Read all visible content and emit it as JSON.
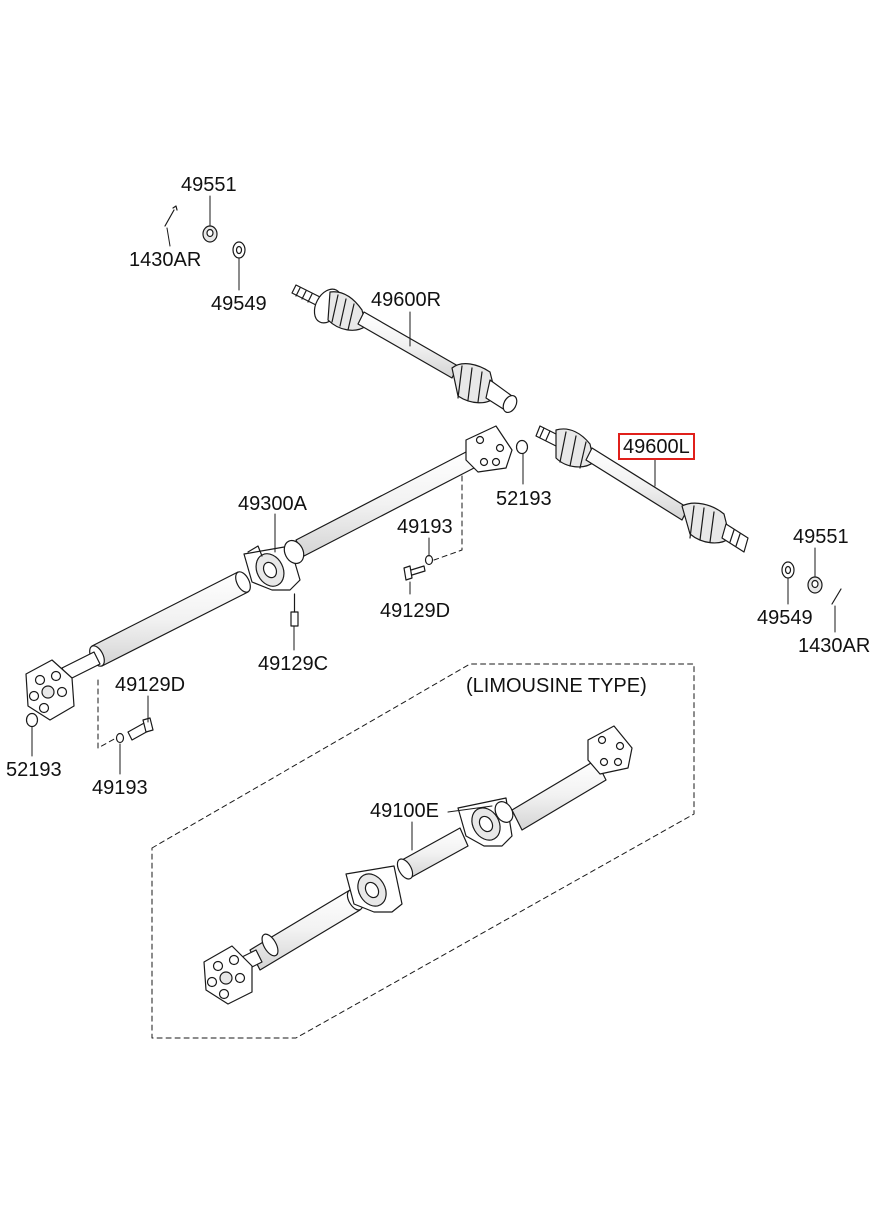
{
  "labels": {
    "p49551_top": "49551",
    "p1430AR_top": "1430AR",
    "p49549_top": "49549",
    "p49600R": "49600R",
    "p49600L": "49600L",
    "p52193_right": "52193",
    "p49300A": "49300A",
    "p49193_mid": "49193",
    "p49129D_mid": "49129D",
    "p49129C": "49129C",
    "p49129D_left": "49129D",
    "p52193_left": "52193",
    "p49193_left": "49193",
    "p49551_right": "49551",
    "p49549_right": "49549",
    "p1430AR_right": "1430AR",
    "p49100E": "49100E"
  },
  "limousine_caption": "(LIMOUSINE TYPE)",
  "colors": {
    "line": "#1a1a1a",
    "highlight": "#e0201b"
  }
}
